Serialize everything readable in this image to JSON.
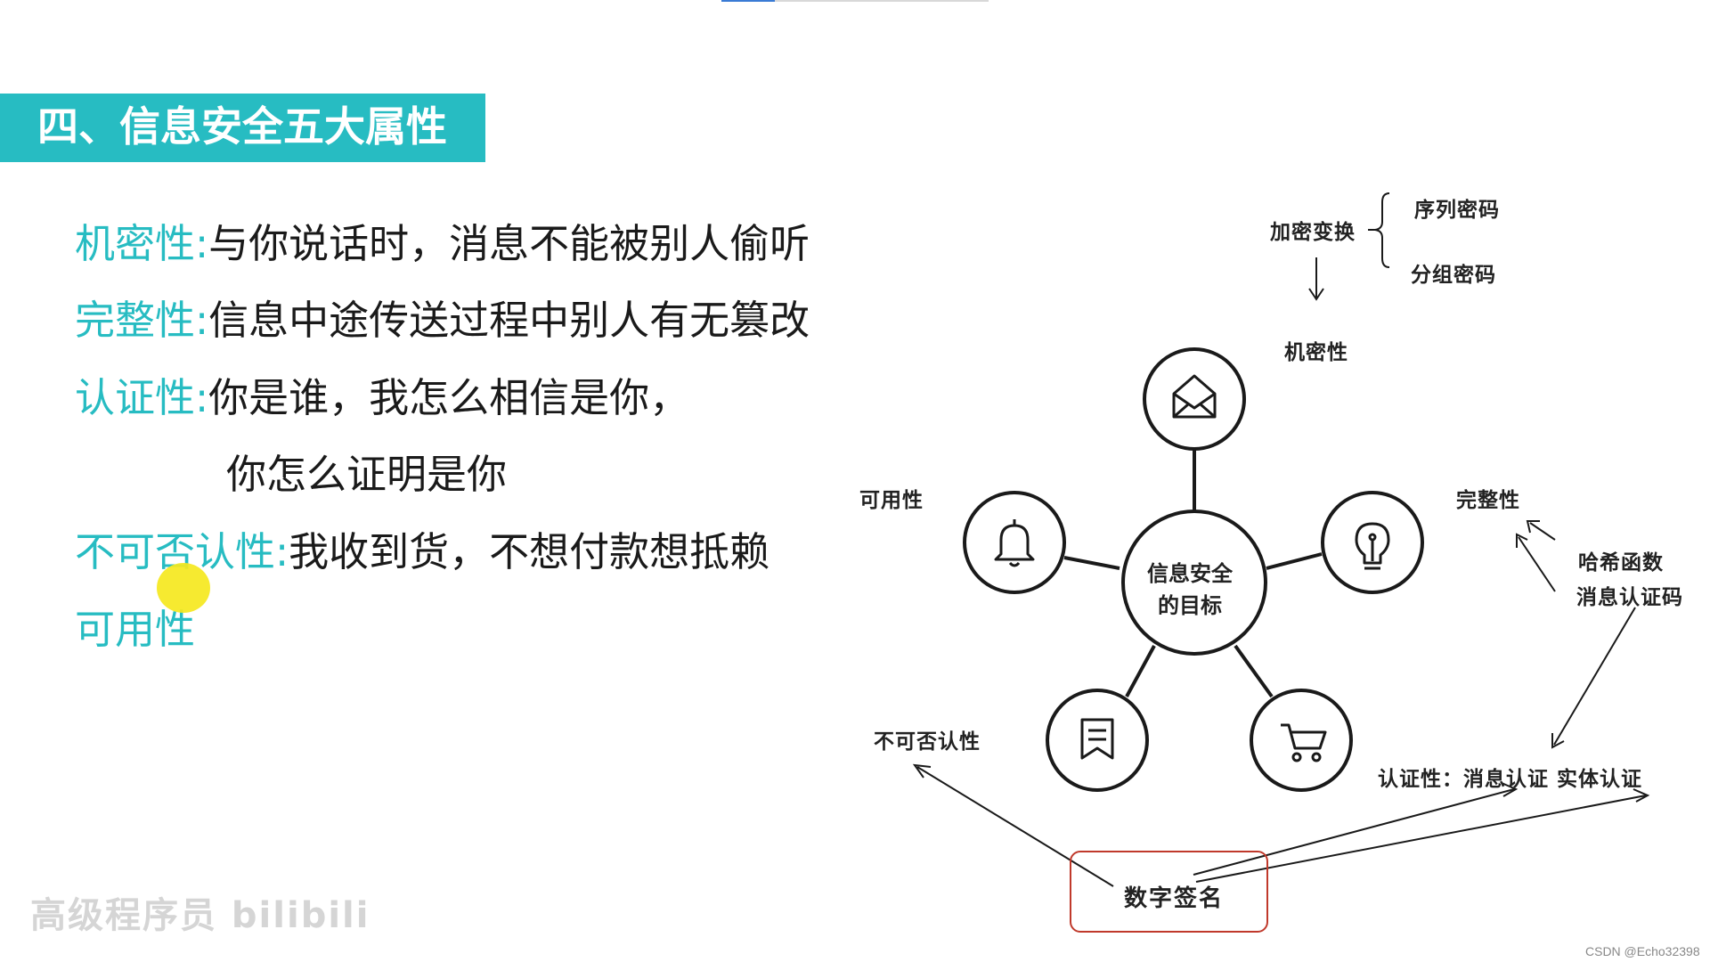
{
  "title": "四、信息安全五大属性",
  "attributes": [
    {
      "label": "机密性:",
      "desc": "与你说话时，消息不能被别人偷听"
    },
    {
      "label": "完整性:",
      "desc": "信息中途传送过程中别人有无篡改"
    },
    {
      "label": "认证性:",
      "desc": "你是谁，我怎么相信是你，"
    },
    {
      "label": "不可否认性:",
      "desc": "我收到货，不想付款想抵赖"
    },
    {
      "label": "可用性",
      "desc": ""
    }
  ],
  "auth_continuation": "你怎么证明是你",
  "diagram": {
    "center_line1": "信息安全",
    "center_line2": "的目标",
    "encryption": "加密变换",
    "sequence_cipher": "序列密码",
    "block_cipher": "分组密码",
    "confidentiality": "机密性",
    "availability": "可用性",
    "integrity": "完整性",
    "hash_function": "哈希函数",
    "mac": "消息认证码",
    "non_repudiation": "不可否认性",
    "authentication": "认证性：消息认证  实体认证",
    "digital_signature": "数字签名",
    "icons": [
      "envelope-icon",
      "bell-icon",
      "lightbulb-icon",
      "bookmark-icon",
      "cart-icon"
    ]
  },
  "watermark": "高级程序员 bilibili",
  "credit": "CSDN @Echo32398",
  "colors": {
    "accent": "#27bcc2",
    "signature_border": "#c0392b",
    "cursor": "#f5e81e"
  }
}
